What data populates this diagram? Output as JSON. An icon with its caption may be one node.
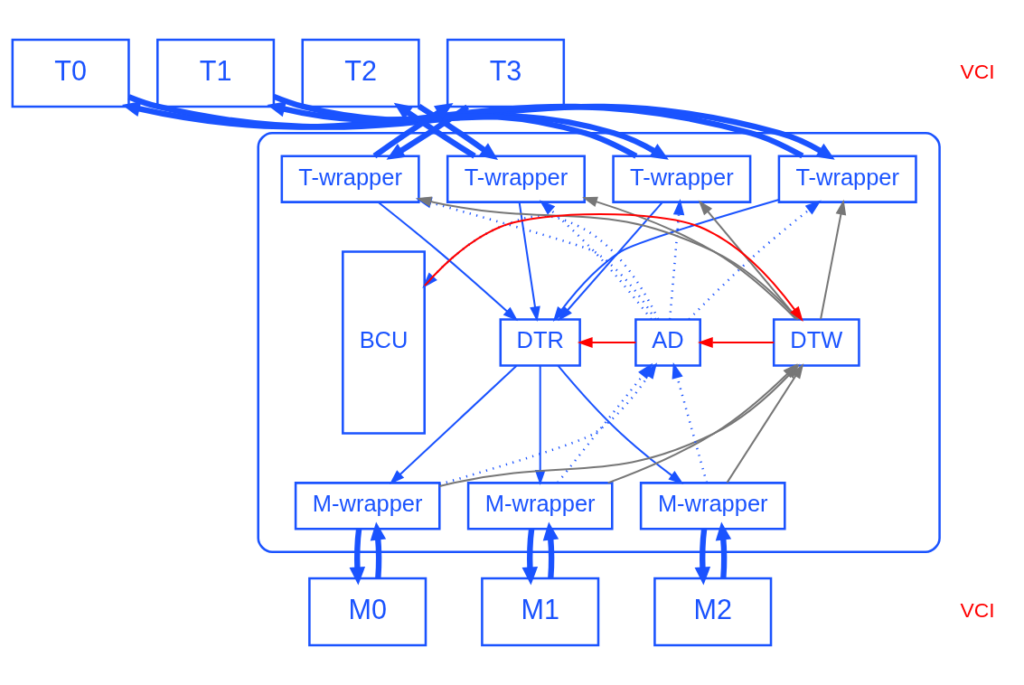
{
  "diagram": {
    "nodes": [
      {
        "text": [
          "T0"
        ]
      },
      {
        "text": [
          "T1"
        ]
      },
      {
        "text": [
          "T2"
        ]
      },
      {
        "text": [
          "T3"
        ]
      },
      {
        "text": [],
        "shape": "box"
      },
      {
        "text": [
          "T-wrapper"
        ],
        "in": 4
      },
      {
        "text": [
          "T-wrapper"
        ],
        "in": 4
      },
      {
        "text": [
          "T-wrapper"
        ],
        "in": 4
      },
      {
        "text": [
          "T-wrapper"
        ],
        "in": 4
      },
      {
        "text": [
          "DTR"
        ],
        "in": 4
      },
      {
        "text": [
          "AD"
        ],
        "in": 4
      },
      {
        "text": [
          "DTW"
        ],
        "in": 4
      },
      {
        "text": [
          "BCU"
        ],
        "in": 4
      },
      {
        "text": [
          "M-wrapper"
        ],
        "in": 4
      },
      {
        "text": [
          "M-wrapper"
        ],
        "in": 4
      },
      {
        "text": [
          "M-wrapper"
        ],
        "in": 4
      },
      {
        "text": [
          "M0"
        ]
      },
      {
        "text": [
          "M1"
        ]
      },
      {
        "text": [
          "M2"
        ]
      }
    ],
    "edges": [
      {
        "from": 5,
        "to": 0,
        "arrow": "to",
        "style": "thick"
      },
      {
        "from": 0,
        "to": 5,
        "arrow": "to",
        "style": "thick"
      },
      {
        "from": 6,
        "to": 1,
        "arrow": "to",
        "style": "thick"
      },
      {
        "from": 1,
        "to": 6,
        "arrow": "to",
        "style": "thick"
      },
      {
        "from": 7,
        "to": 2,
        "arrow": "to",
        "style": "thick"
      },
      {
        "from": 2,
        "to": 7,
        "arrow": "to",
        "style": "thick"
      },
      {
        "from": 8,
        "to": 3,
        "arrow": "to",
        "style": "thick"
      },
      {
        "from": 3,
        "to": 8,
        "arrow": "to",
        "style": "thick"
      },
      {
        "from": 5,
        "to": 9,
        "arrow": "to"
      },
      {
        "from": 6,
        "to": 9,
        "arrow": "to"
      },
      {
        "from": 7,
        "to": 9,
        "arrow": "to"
      },
      {
        "from": 8,
        "to": 9,
        "arrow": "to"
      },
      {
        "from": 11,
        "to": 5,
        "arrow": "to",
        "color": "#777777"
      },
      {
        "from": 11,
        "to": 6,
        "arrow": "to",
        "color": "#777777"
      },
      {
        "from": 11,
        "to": 7,
        "arrow": "to",
        "color": "#777777"
      },
      {
        "from": 11,
        "to": 8,
        "arrow": "to",
        "color": "#777777"
      },
      {
        "from": 10,
        "to": 5,
        "arrow": "to",
        "style": "dashed"
      },
      {
        "from": 10,
        "to": 6,
        "arrow": "to",
        "style": "dashed"
      },
      {
        "from": 10,
        "to": 7,
        "arrow": "to",
        "style": "dashed"
      },
      {
        "from": 10,
        "to": 8,
        "arrow": "to",
        "style": "dashed"
      },
      {
        "from": 10,
        "to": 12,
        "arrow": "to",
        "style": "dashed"
      },
      {
        "from": 10,
        "to": 9,
        "arrow": "to",
        "color": "#ff0000"
      },
      {
        "from": 11,
        "to": 10,
        "arrow": "to",
        "color": "#ff0000"
      },
      {
        "from": 12,
        "to": 11,
        "arrow": "to",
        "color": "#ff0000"
      },
      {
        "from": 9,
        "to": 13,
        "arrow": "to"
      },
      {
        "from": 9,
        "to": 14,
        "arrow": "to"
      },
      {
        "from": 9,
        "to": 15,
        "arrow": "to"
      },
      {
        "from": 13,
        "to": 10,
        "arrow": "to",
        "style": "dashed"
      },
      {
        "from": 14,
        "to": 10,
        "arrow": "to",
        "style": "dashed"
      },
      {
        "from": 15,
        "to": 10,
        "arrow": "to",
        "style": "dashed"
      },
      {
        "from": 13,
        "to": 11,
        "arrow": "to",
        "color": "#777777"
      },
      {
        "from": 14,
        "to": 11,
        "arrow": "to",
        "color": "#777777"
      },
      {
        "from": 15,
        "to": 11,
        "arrow": "to",
        "color": "#777777"
      },
      {
        "from": 13,
        "to": 16,
        "arrow": "to",
        "style": "thick"
      },
      {
        "from": 16,
        "to": 13,
        "arrow": "to",
        "style": "thick"
      },
      {
        "from": 14,
        "to": 17,
        "arrow": "to",
        "style": "thick"
      },
      {
        "from": 17,
        "to": 14,
        "arrow": "to",
        "style": "thick"
      },
      {
        "from": 15,
        "to": 18,
        "arrow": "to",
        "style": "thick"
      },
      {
        "from": 18,
        "to": 15,
        "arrow": "to",
        "style": "thick"
      }
    ],
    "labels": [
      "VCI",
      "VCI"
    ]
  }
}
